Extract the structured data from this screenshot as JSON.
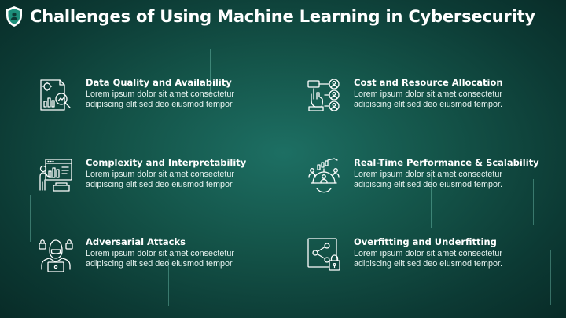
{
  "title": "Challenges of Using Machine Learning in Cybersecurity",
  "icons": {
    "header": "shield-lock-icon"
  },
  "colors": {
    "background": "#145449",
    "accent": "#2bb89a",
    "text": "#ffffff"
  },
  "items": [
    {
      "title": "Data Quality and Availability",
      "line1": "Lorem ipsum dolor sit amet consectetur",
      "line2": "adipiscing elit sed deo eiusmod tempor.",
      "icon": "data-analysis-icon"
    },
    {
      "title": "Cost and Resource Allocation",
      "line1": "Lorem ipsum dolor sit amet consectetur",
      "line2": "adipiscing elit sed deo eiusmod tempor.",
      "icon": "resource-allocation-icon"
    },
    {
      "title": "Complexity and Interpretability",
      "line1": "Lorem ipsum dolor sit amet consectetur",
      "line2": "adipiscing elit sed deo eiusmod tempor.",
      "icon": "presentation-icon"
    },
    {
      "title": "Real-Time Performance & Scalability",
      "line1": "Lorem ipsum dolor sit amet consectetur",
      "line2": "adipiscing elit sed deo eiusmod tempor.",
      "icon": "growth-gear-icon"
    },
    {
      "title": "Adversarial Attacks",
      "line1": "Lorem ipsum dolor sit amet consectetur",
      "line2": "adipiscing elit sed deo eiusmod tempor.",
      "icon": "hacker-icon"
    },
    {
      "title": "Overfitting and Underfitting",
      "line1": "Lorem ipsum dolor sit amet consectetur",
      "line2": "adipiscing elit sed deo eiusmod tempor.",
      "icon": "network-lock-icon"
    }
  ]
}
